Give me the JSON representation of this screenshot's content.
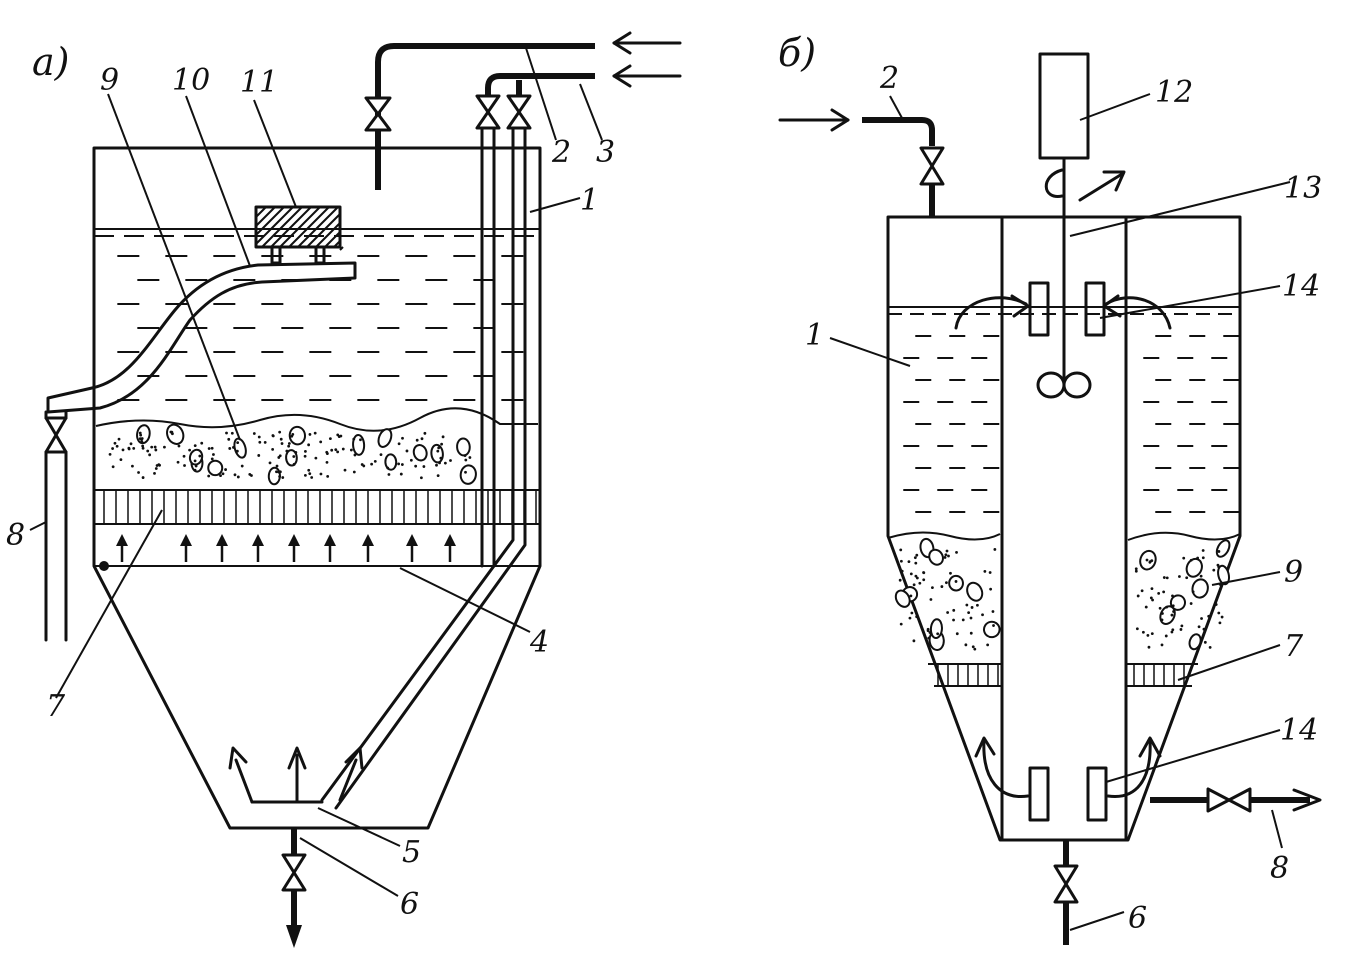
{
  "panels": {
    "a": {
      "label": "а)"
    },
    "b": {
      "label": "б)"
    }
  },
  "labels": {
    "a": {
      "l1": "1",
      "l2": "2",
      "l3": "3",
      "l4": "4",
      "l5": "5",
      "l6": "6",
      "l7": "7",
      "l8": "8",
      "l9": "9",
      "l10": "10",
      "l11": "11"
    },
    "b": {
      "l1": "1",
      "l2": "2",
      "l6": "6",
      "l7": "7",
      "l8": "8",
      "l9": "9",
      "l12": "12",
      "l13": "13",
      "l14a": "14",
      "l14b": "14"
    }
  }
}
